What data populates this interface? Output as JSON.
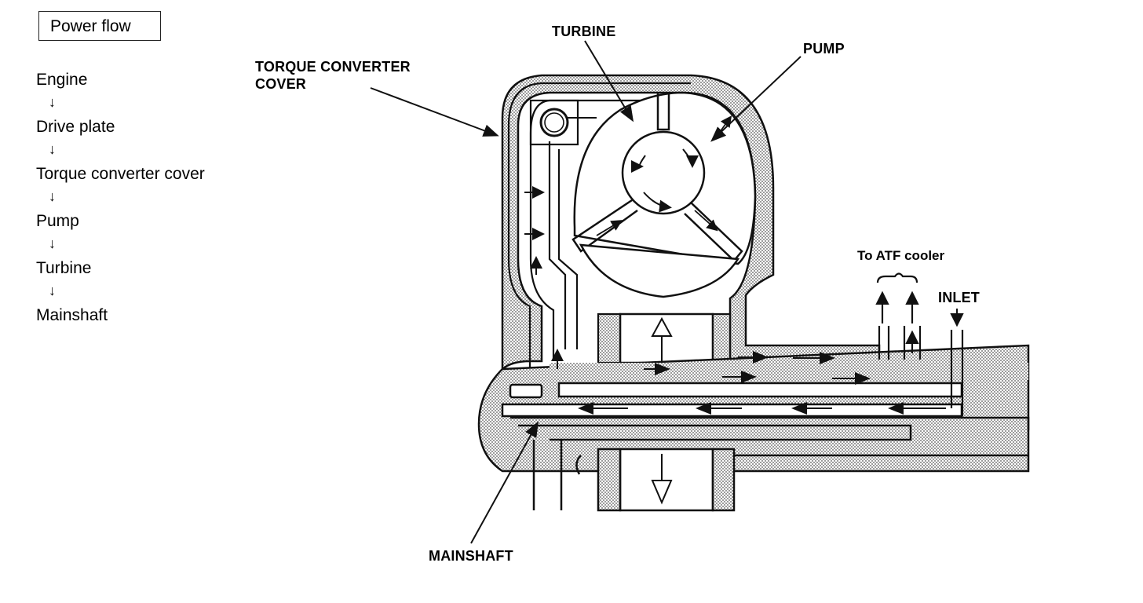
{
  "power_flow": {
    "title": "Power flow",
    "steps": [
      "Engine",
      "Drive plate",
      "Torque converter cover",
      "Pump",
      "Turbine",
      "Mainshaft"
    ],
    "arrow_glyph": "↓"
  },
  "labels": {
    "torque_converter_cover_line1": "TORQUE CONVERTER",
    "torque_converter_cover_line2": "COVER",
    "turbine": "TURBINE",
    "pump": "PUMP",
    "to_atf_cooler": "To ATF cooler",
    "inlet": "INLET",
    "mainshaft": "MAINSHAFT"
  },
  "colors": {
    "ink": "#111111",
    "fluid": "#cfcfcf",
    "paper": "#ffffff"
  }
}
